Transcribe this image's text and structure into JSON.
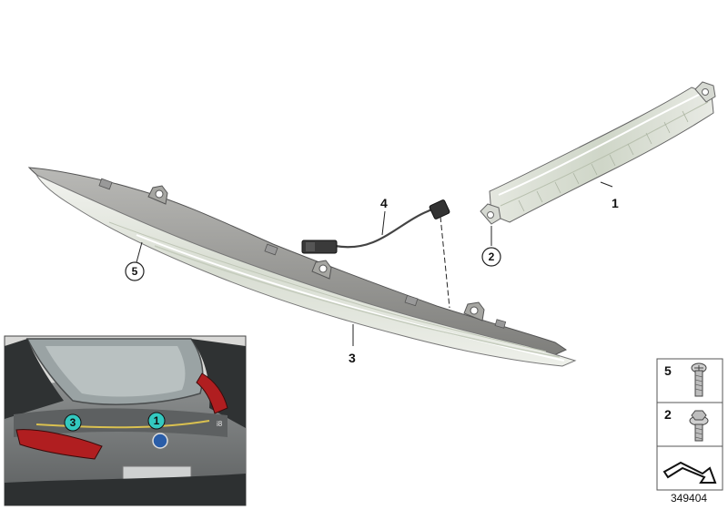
{
  "callouts": {
    "part1": "1",
    "part2": "2",
    "part3": "3",
    "part4": "4",
    "part5": "5"
  },
  "inset": {
    "marker_left": "3",
    "marker_right": "1",
    "marker_color": "#33c9c0"
  },
  "legend": {
    "item_top": "5",
    "item_bottom": "2"
  },
  "document_number": "349404"
}
